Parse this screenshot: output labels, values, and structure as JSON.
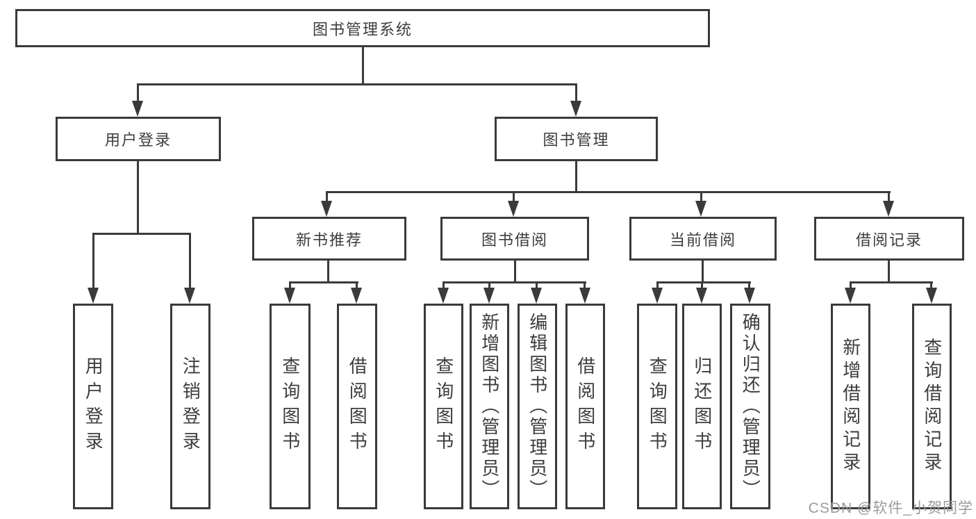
{
  "colors": {
    "line": "#3a3a3a",
    "text": "#3d3d3d",
    "watermark": "#9b9b9b",
    "background": "#ffffff"
  },
  "watermark": "CSDN @软件_小贺同学",
  "tree": {
    "root": {
      "label": "图书管理系统"
    },
    "branches": [
      {
        "label": "用户登录",
        "children": [
          {
            "label": "用户登录"
          },
          {
            "label": "注销登录"
          }
        ]
      },
      {
        "label": "图书管理",
        "children": [
          {
            "label": "新书推荐",
            "children": [
              {
                "label": "查询图书"
              },
              {
                "label": "借阅图书"
              }
            ]
          },
          {
            "label": "图书借阅",
            "children": [
              {
                "label": "查询图书"
              },
              {
                "label": "新增图书（管理员）"
              },
              {
                "label": "编辑图书（管理员）"
              },
              {
                "label": "借阅图书"
              }
            ]
          },
          {
            "label": "当前借阅",
            "children": [
              {
                "label": "查询图书"
              },
              {
                "label": "归还图书"
              },
              {
                "label": "确认归还（管理员）"
              }
            ]
          },
          {
            "label": "借阅记录",
            "children": [
              {
                "label": "新增借阅记录"
              },
              {
                "label": "查询借阅记录"
              }
            ]
          }
        ]
      }
    ]
  }
}
